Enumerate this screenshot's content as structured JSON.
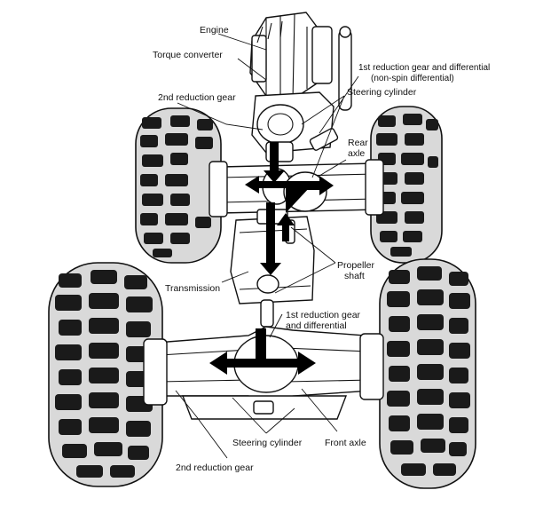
{
  "labels": {
    "engine": "Engine",
    "torque_converter": "Torque converter",
    "first_reduction_rear_1": "1st reduction gear and differential",
    "first_reduction_rear_2": "(non-spin differential)",
    "second_reduction_rear": "2nd reduction gear",
    "steering_cylinder_rear": "Steering cylinder",
    "rear_axle_1": "Rear",
    "rear_axle_2": "axle",
    "transmission": "Transmission",
    "propeller_shaft_1": "Propeller",
    "propeller_shaft_2": "shaft",
    "first_reduction_front_1": "1st reduction gear",
    "first_reduction_front_2": "and differential",
    "steering_cylinder_front": "Steering cylinder",
    "front_axle": "Front axle",
    "second_reduction_front": "2nd reduction gear"
  },
  "colors": {
    "ink": "#111111",
    "tire_fill": "#d9d9d9",
    "arrow": "#000000",
    "background": "#ffffff"
  }
}
